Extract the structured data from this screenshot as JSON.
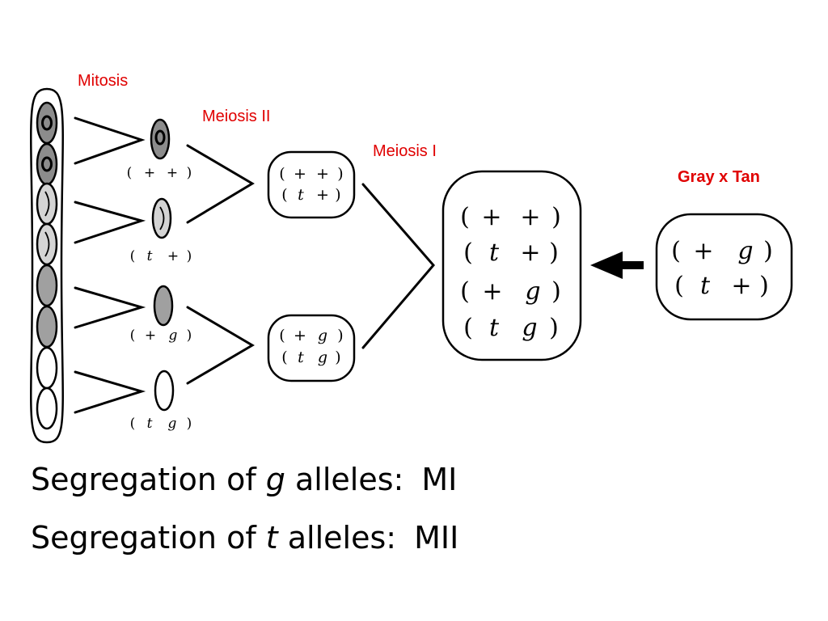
{
  "labels": {
    "mitosis": "Mitosis",
    "meiosis_ii": "Meiosis II",
    "meiosis_i": "Meiosis I",
    "cross": "Gray x Tan"
  },
  "parent": {
    "rows": [
      [
        "+",
        "g"
      ],
      [
        "t",
        "+"
      ]
    ]
  },
  "meiosis_i": {
    "rows": [
      [
        "+",
        "+"
      ],
      [
        "t",
        "+"
      ],
      [
        "+",
        "g"
      ],
      [
        "t",
        "g"
      ]
    ]
  },
  "meiosis_ii": [
    {
      "rows": [
        [
          "+",
          "+"
        ],
        [
          "t",
          "+"
        ]
      ]
    },
    {
      "rows": [
        [
          "+",
          "g"
        ],
        [
          "t",
          "g"
        ]
      ]
    }
  ],
  "spores": [
    {
      "genotype": [
        "+",
        "+"
      ],
      "color": "#8c8c8c"
    },
    {
      "genotype": [
        "t",
        "+"
      ],
      "color": "#d4d4d4"
    },
    {
      "genotype": [
        "+",
        "g"
      ],
      "color": "#a0a0a0"
    },
    {
      "genotype": [
        "t",
        "g"
      ],
      "color": "#ffffff"
    }
  ],
  "segregation": [
    {
      "prefix": "Segregation of ",
      "gene": "g",
      "suffix": " alleles:",
      "division": "MI"
    },
    {
      "prefix": "Segregation of ",
      "gene": "t",
      "suffix": " alleles:",
      "division": "MII"
    }
  ]
}
